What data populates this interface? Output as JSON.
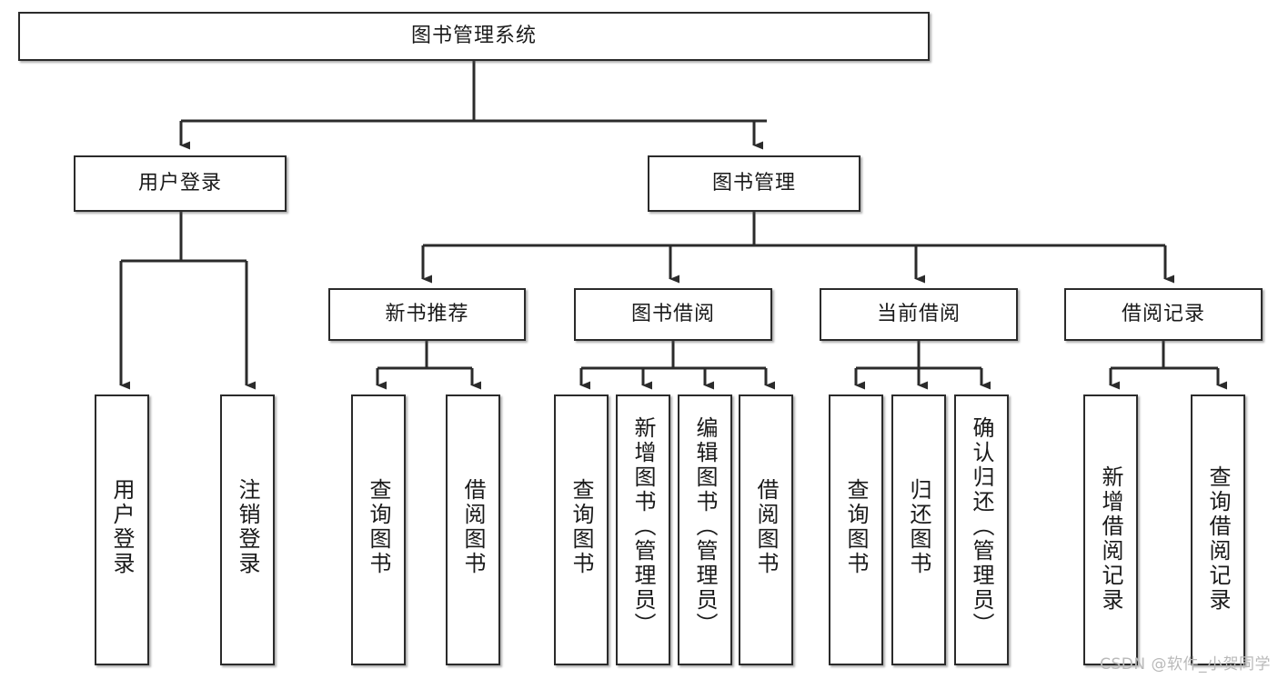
{
  "diagram": {
    "title": "图书管理系统",
    "type": "tree-hierarchy-chart",
    "watermark": "CSDN @软件_小贺同学",
    "colors": {
      "node_border": "#2b2b2b",
      "node_fill": "#ffffff",
      "edge": "#2b2b2b",
      "text": "#1a1a1a",
      "watermark": "#b9b9b9"
    },
    "nodes": {
      "root": {
        "label": "图书管理系统",
        "orientation": "horizontal"
      },
      "level2": [
        {
          "id": "user-login",
          "label": "用户登录",
          "orientation": "horizontal"
        },
        {
          "id": "book-management",
          "label": "图书管理",
          "orientation": "horizontal"
        }
      ],
      "level3": [
        {
          "id": "new-book-recommend",
          "label": "新书推荐",
          "orientation": "horizontal"
        },
        {
          "id": "book-borrow",
          "label": "图书借阅",
          "orientation": "horizontal"
        },
        {
          "id": "current-borrow",
          "label": "当前借阅",
          "orientation": "horizontal"
        },
        {
          "id": "borrow-record",
          "label": "借阅记录",
          "orientation": "horizontal"
        }
      ],
      "leaves": [
        {
          "id": "leaf-user-login",
          "label": "用户登录",
          "orientation": "vertical",
          "parent": "user-login"
        },
        {
          "id": "leaf-user-logout",
          "label": "注销登录",
          "orientation": "vertical",
          "parent": "user-login"
        },
        {
          "id": "leaf-query-book-1",
          "label": "查询图书",
          "orientation": "vertical",
          "parent": "new-book-recommend"
        },
        {
          "id": "leaf-borrow-book-1",
          "label": "借阅图书",
          "orientation": "vertical",
          "parent": "new-book-recommend"
        },
        {
          "id": "leaf-query-book-2",
          "label": "查询图书",
          "orientation": "vertical",
          "parent": "book-borrow"
        },
        {
          "id": "leaf-add-book",
          "label": "新增图书（管理员）",
          "orientation": "vertical",
          "parent": "book-borrow"
        },
        {
          "id": "leaf-edit-book",
          "label": "编辑图书（管理员）",
          "orientation": "vertical",
          "parent": "book-borrow"
        },
        {
          "id": "leaf-borrow-book-2",
          "label": "借阅图书",
          "orientation": "vertical",
          "parent": "book-borrow"
        },
        {
          "id": "leaf-query-book-3",
          "label": "查询图书",
          "orientation": "vertical",
          "parent": "current-borrow"
        },
        {
          "id": "leaf-return-book",
          "label": "归还图书",
          "orientation": "vertical",
          "parent": "current-borrow"
        },
        {
          "id": "leaf-confirm-return",
          "label": "确认归还（管理员）",
          "orientation": "vertical",
          "parent": "current-borrow"
        },
        {
          "id": "leaf-add-record",
          "label": "新增借阅记录",
          "orientation": "vertical",
          "parent": "borrow-record"
        },
        {
          "id": "leaf-query-record",
          "label": "查询借阅记录",
          "orientation": "vertical",
          "parent": "borrow-record"
        }
      ]
    }
  }
}
